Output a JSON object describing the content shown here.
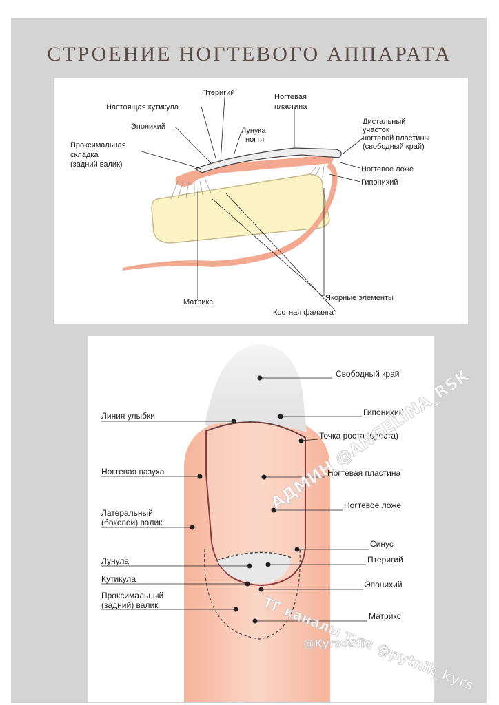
{
  "title": "СТРОЕНИЕ НОГТЕВОГО АППАРАТА",
  "top_diagram": {
    "labels": {
      "pterygium": "Птеригий",
      "true_cuticle": "Настоящая кутикула",
      "nail_plate_1": "Ногтевая",
      "nail_plate_2": "пластина",
      "eponychium": "Эпонихий",
      "lunula_1": "Лунука",
      "lunula_2": "ногтя",
      "proximal_1": "Проксимальная",
      "proximal_2": "складка",
      "proximal_3": "(задний валик)",
      "distal_1": "Дистальный",
      "distal_2": "участок",
      "distal_3": "ногтевой пластины",
      "distal_4": "(свободный край)",
      "nail_bed": "Ногтевое ложе",
      "hyponychium": "Гипонихий",
      "matrix": "Матрикс",
      "anchor": "Якорные элементы",
      "bone": "Костная фаланга"
    }
  },
  "bottom_diagram": {
    "labels": {
      "free_edge": "Свободный край",
      "hyponychium": "Гипонихий",
      "smile_line": "Линия улыбки",
      "growth_point": "Точка роста (вроста)",
      "nail_sinus": "Ногтевая пазуха",
      "nail_plate": "Ногтевая пластина",
      "nail_bed": "Ногтевое ложе",
      "lateral_1": "Латеральный",
      "lateral_2": "(боковой) валик",
      "sinus": "Синус",
      "lunula": "Лунула",
      "pterygium": "Птеригий",
      "cuticle": "Кутикула",
      "eponychium": "Эпонихий",
      "proximal_1": "Проксимальный",
      "proximal_2": "(задний) валик",
      "matrix": "Матрикс"
    }
  },
  "watermarks": {
    "admin": "АДМИН @ANGELINA_RSK",
    "channels": "ТГ каналы тут: @pytnik_kyrs",
    "kyrsosliv": "@KyrsoSliv"
  },
  "colors": {
    "title": "#5a4a44",
    "skin": "#f3a98f",
    "skin_light": "#fbd4c4",
    "bone": "#fbf3c4",
    "nail_outline": "#8a3a3e"
  }
}
